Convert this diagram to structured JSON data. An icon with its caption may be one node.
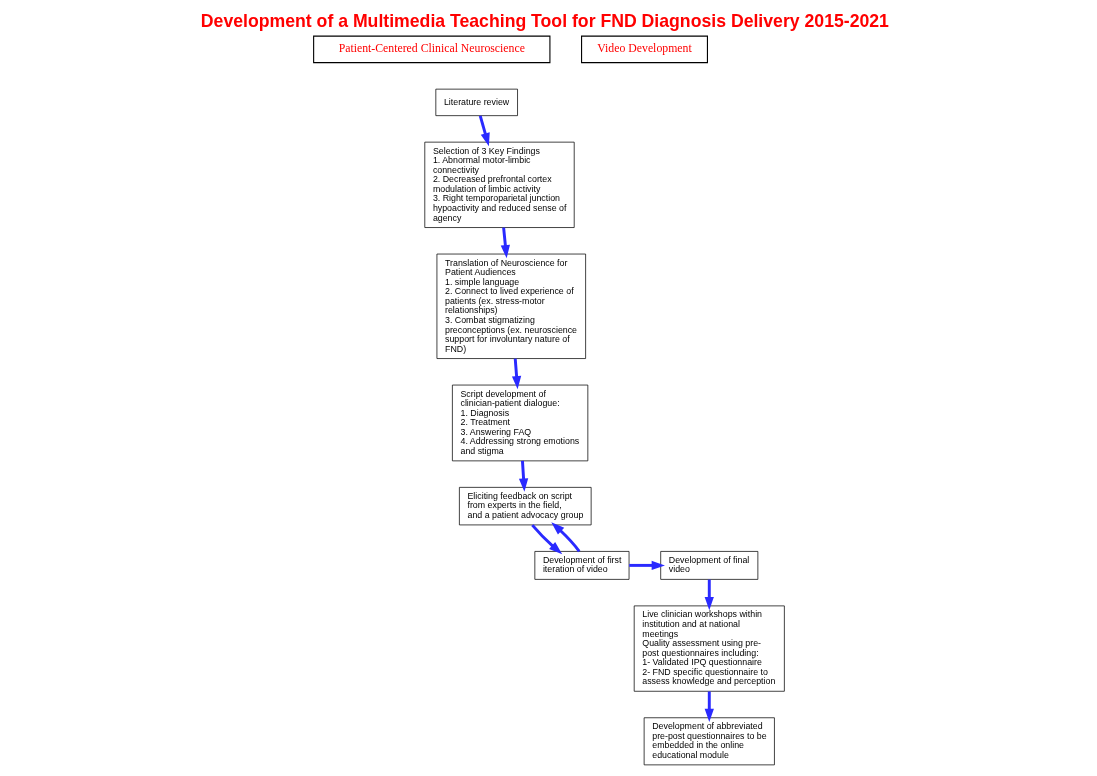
{
  "diagram": {
    "title": "Development of a Multimedia Teaching Tool for FND Diagnosis Delivery 2015-2021",
    "nodes": [
      {
        "text": [
          "Patient-Centered Clinical Neuroscience"
        ]
      },
      {
        "text": [
          "Literature review"
        ]
      },
      {
        "text": [
          "Selection of 3 Key Findings",
          "1. Abnormal motor-limbic connectivity",
          "2. Decreased prefrontal cortex modulation of limbic activity",
          "3. Right temporoparietal junction hypoactivity and reduced sense of agency"
        ]
      },
      {
        "text": [
          "Translation of Neuroscience for Patient Audiences",
          "1. simple language",
          "2. Connect to lived experience of patients (ex. stress-motor relationships)",
          "3. Combat stigmatizing preconceptions (ex. neuroscience support for involuntary nature of FND)"
        ]
      },
      {
        "text": [
          "Video Development"
        ]
      },
      {
        "text": [
          "Script development of clinician-patient dialogue:",
          "1. Diagnosis",
          "2. Treatment",
          "3. Answering FAQ",
          "4. Addressing strong emotions and stigma"
        ]
      },
      {
        "text": [
          "Eliciting feedback on script from experts in the field, and a patient advocacy group"
        ]
      },
      {
        "text": [
          "Development of first iteration of video"
        ]
      },
      {
        "text": [
          "Development of final video"
        ]
      },
      {
        "text": [
          "Live clinician workshops within institution and at national meetings",
          "Quality assessment using pre- post questionnaires including:",
          "1- Validated IPQ questionnaire",
          "2- FND specific questionnaire to assess knowledge and perception"
        ]
      },
      {
        "text": [
          "Development of abbreviated pre-post questionnaires to be embedded in the online educational module"
        ]
      }
    ],
    "edges": [
      {
        "from": 1,
        "to": 2,
        "arrow": "to"
      },
      {
        "from": 2,
        "to": 3,
        "arrow": "to"
      },
      {
        "from": 3,
        "to": 5,
        "arrow": "to"
      },
      {
        "from": 5,
        "to": 6,
        "arrow": "to"
      },
      {
        "from": 6,
        "to": 7,
        "arrow": "to"
      },
      {
        "from": 7,
        "to": 6,
        "arrow": "to"
      },
      {
        "from": 7,
        "to": 8,
        "arrow": "to"
      },
      {
        "from": 8,
        "to": 9,
        "arrow": "to"
      },
      {
        "from": 9,
        "to": 10,
        "arrow": "to"
      }
    ]
  }
}
